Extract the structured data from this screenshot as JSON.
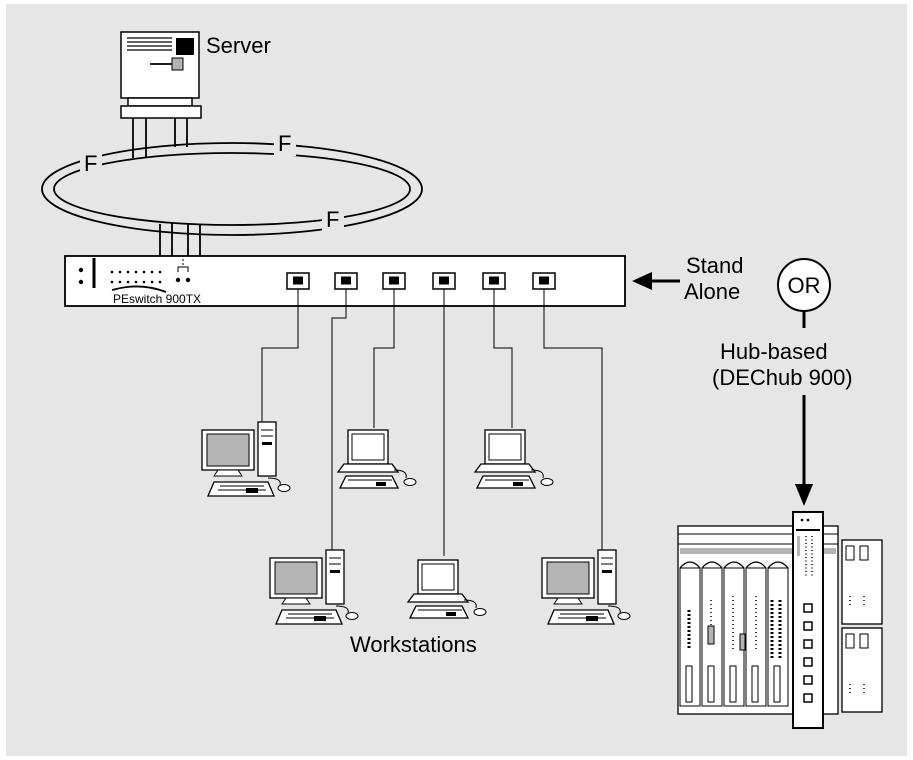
{
  "labels": {
    "server": "Server",
    "f_left": "F",
    "f_top": "F",
    "f_bottom": "F",
    "switch_name": "PEswitch 900TX",
    "stand": "Stand",
    "alone": "Alone",
    "or": "OR",
    "hub_based": "Hub-based",
    "dechub": "(DEChub 900)",
    "workstations": "Workstations"
  },
  "colors": {
    "background": "#e6e6e6",
    "screen": "#b4b4b4",
    "line": "#000000",
    "fill": "#ffffff"
  }
}
